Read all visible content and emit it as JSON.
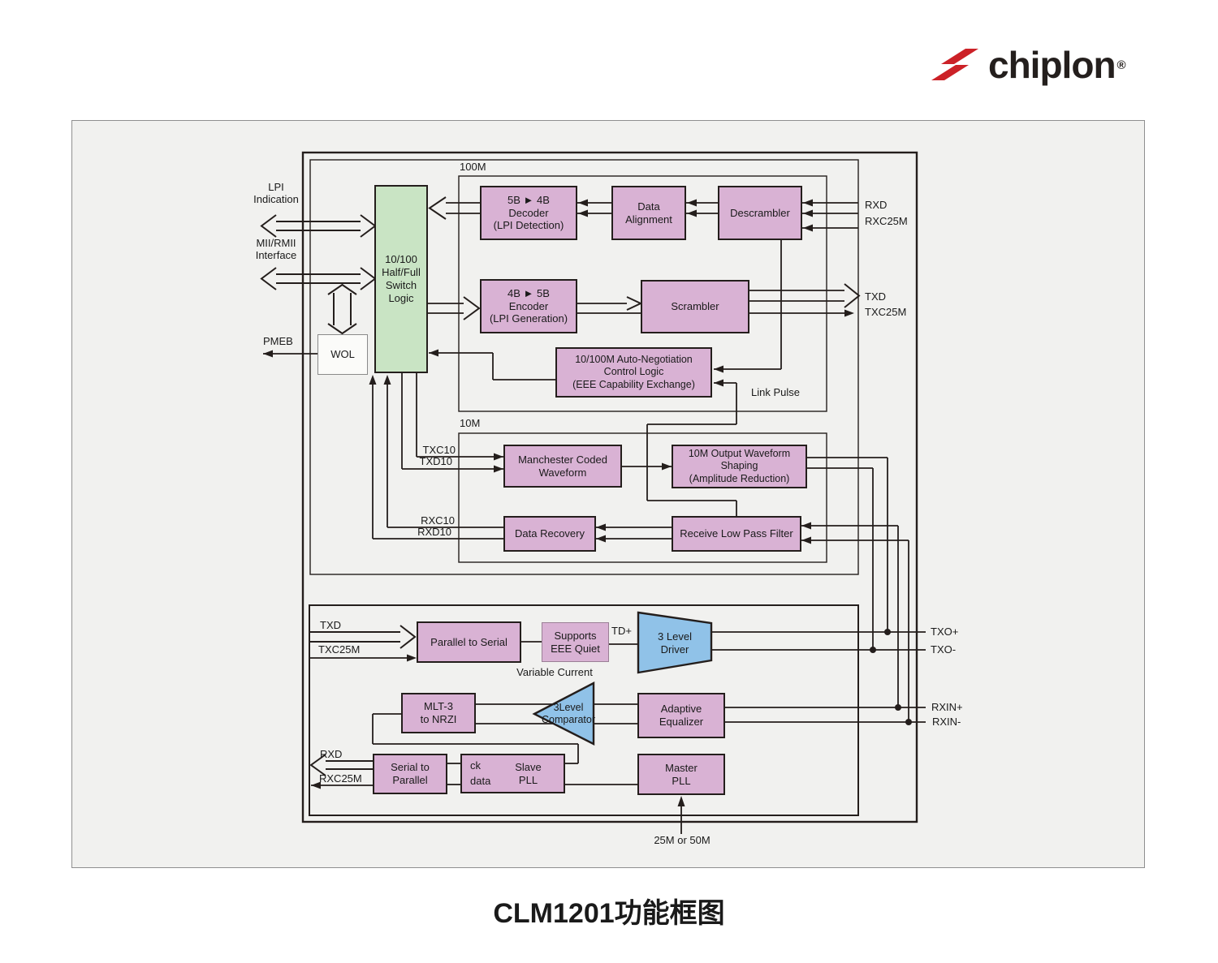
{
  "logo": {
    "brand": "chiplon",
    "registered": "®"
  },
  "caption": "CLM1201功能框图",
  "section_labels": {
    "m100": "100M",
    "m10": "10M"
  },
  "blocks": {
    "switch_logic": "10/100\nHalf/Full\nSwitch\nLogic",
    "wol": "WOL",
    "decoder": "5B ► 4B\nDecoder\n(LPI Detection)",
    "data_alignment": "Data\nAlignment",
    "descrambler": "Descrambler",
    "encoder": "4B ► 5B\nEncoder\n(LPI Generation)",
    "scrambler": "Scrambler",
    "autoneg": "10/100M Auto-Negotiation\nControl Logic\n(EEE Capability Exchange)",
    "manchester": "Manchester Coded\nWaveform",
    "shaping": "10M Output Waveform\nShaping\n(Amplitude Reduction)",
    "data_recovery": "Data Recovery",
    "low_pass_filter": "Receive Low Pass Filter",
    "parallel_to_serial": "Parallel to Serial",
    "supports_eee": "Supports\nEEE Quiet",
    "driver": "3 Level\nDriver",
    "mlt3": "MLT-3\nto NRZI",
    "comparator": "3Level\nComparator",
    "adaptive_equalizer": "Adaptive\nEqualizer",
    "serial_to_parallel": "Serial to\nParallel",
    "slave_pll": "Slave\nPLL",
    "slave_pll_ck": "ck",
    "slave_pll_data": "data",
    "master_pll": "Master\nPLL"
  },
  "labels": {
    "lpi": "LPI\nIndication",
    "mii": "MII/RMII\nInterface",
    "pmeb": "PMEB",
    "rxd_top": "RXD",
    "rxc25m_top": "RXC25M",
    "txd_top": "TXD",
    "txc25m_top": "TXC25M",
    "link_pulse": "Link Pulse",
    "txc10": "TXC10",
    "txd10": "TXD10",
    "rxc10": "RXC10",
    "rxd10": "RXD10",
    "txd_bottom": "TXD",
    "txc25m_bottom": "TXC25M",
    "rxd_bottom": "RXD",
    "rxc25m_bottom": "RXC25M",
    "td_plus": "TD+",
    "variable_current": "Variable  Current",
    "txo_plus": "TXO+",
    "txo_minus": "TXO-",
    "rxin_plus": "RXIN+",
    "rxin_minus": "RXIN-",
    "clock_source": "25M or 50M"
  },
  "colors": {
    "accent_red": "#cc2127",
    "block_pink": "#d9b2d4",
    "block_green": "#c9e4c4",
    "block_blue": "#90c2e8",
    "canvas_bg": "#f1f1ef",
    "line": "#241e1c"
  }
}
